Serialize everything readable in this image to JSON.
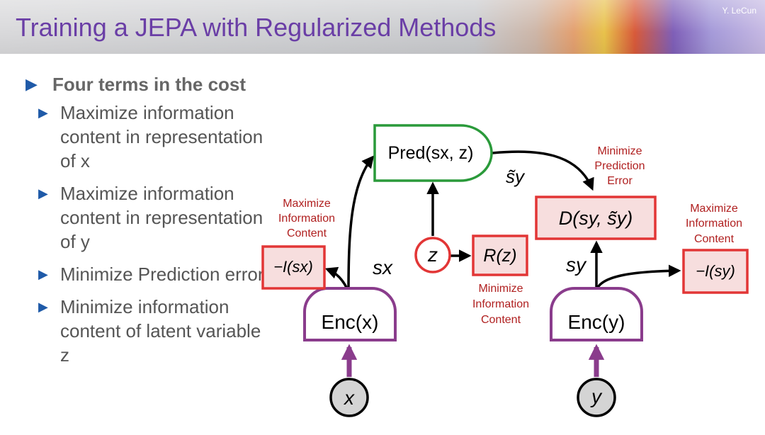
{
  "slide": {
    "title": "Training a JEPA with Regularized Methods",
    "author": "Y. LeCun"
  },
  "bullets": {
    "heading": "Four terms in the cost",
    "items": [
      {
        "label": "Maximize information content in representation of x"
      },
      {
        "label": "Maximize information content in representation of y"
      },
      {
        "label": "Minimize Prediction error"
      },
      {
        "label": "Minimize information content of latent variable z"
      }
    ]
  },
  "diagram": {
    "pred_label": "Pred(sx, z)",
    "enc_x_label": "Enc(x)",
    "enc_y_label": "Enc(y)",
    "input_x": "x",
    "input_y": "y",
    "latent_z": "z",
    "sx_label": "sx",
    "sy_label": "sy",
    "sy_tilde_label": "s̃y",
    "regularizer_label": "R(z)",
    "energy_label": "D(sy, s̃y)",
    "info_x_label": "−I(sx)",
    "info_y_label": "−I(sy)",
    "annotations": {
      "maximize_info_x": "Maximize Information Content",
      "minimize_prediction": "Minimize Prediction Error",
      "maximize_info_y": "Maximize Information Content",
      "minimize_info_z": "Minimize Information Content"
    },
    "colors": {
      "encoder": "#8a3c8c",
      "predictor": "#2a9a3a",
      "cost": "#e23636",
      "cost_fill": "#f7dede",
      "annotation_text": "#b02020",
      "input_fill": "#d4d4d4",
      "title": "#6a3ea6",
      "bullet_marker": "#1f5aa8"
    }
  }
}
